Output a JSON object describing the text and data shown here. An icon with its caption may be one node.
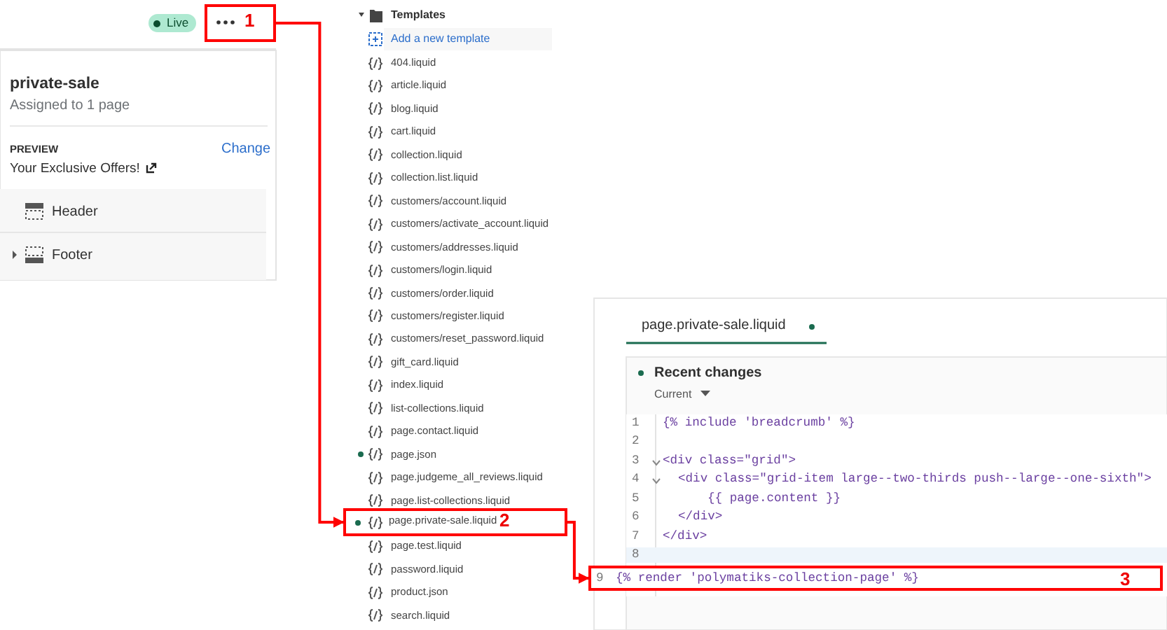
{
  "diagram": {
    "nodes": [
      {
        "text": [
          "1"
        ]
      },
      {
        "text": [
          "page.private-sale.liquid",
          "2"
        ]
      },
      {
        "text": [
          "9",
          "{% render 'polymatiks-collection-page' %}",
          "3"
        ]
      }
    ],
    "edges": [
      {
        "from": 0,
        "to": 1,
        "arrow": "to",
        "color": "#ff0000"
      },
      {
        "from": 1,
        "to": 2,
        "arrow": "to",
        "color": "#ff0000"
      }
    ],
    "labels": [
      "Live",
      "private-sale",
      "Assigned to 1 page",
      "PREVIEW",
      "Change",
      "Your Exclusive Offers!",
      "Header",
      "Footer",
      "Templates",
      "Add a new template",
      "404.liquid",
      "article.liquid",
      "blog.liquid",
      "cart.liquid",
      "collection.liquid",
      "collection.list.liquid",
      "customers/account.liquid",
      "customers/activate_account.liquid",
      "customers/addresses.liquid",
      "customers/login.liquid",
      "customers/order.liquid",
      "customers/register.liquid",
      "customers/reset_password.liquid",
      "gift_card.liquid",
      "index.liquid",
      "list-collections.liquid",
      "page.contact.liquid",
      "page.json",
      "page.judgeme_all_reviews.liquid",
      "page.list-collections.liquid",
      "page.test.liquid",
      "password.liquid",
      "product.json",
      "search.liquid",
      "page.private-sale.liquid",
      "Recent changes",
      "Current",
      "1",
      "{% include 'breadcrumb' %}",
      "2",
      "3",
      "<div class=\"grid\">",
      "4",
      "<div class=\"grid-item large--two-thirds push--large--one-sixth\">",
      "5",
      "{{ page.content }}",
      "6",
      "</div>",
      "7",
      "</div>",
      "8"
    ]
  }
}
